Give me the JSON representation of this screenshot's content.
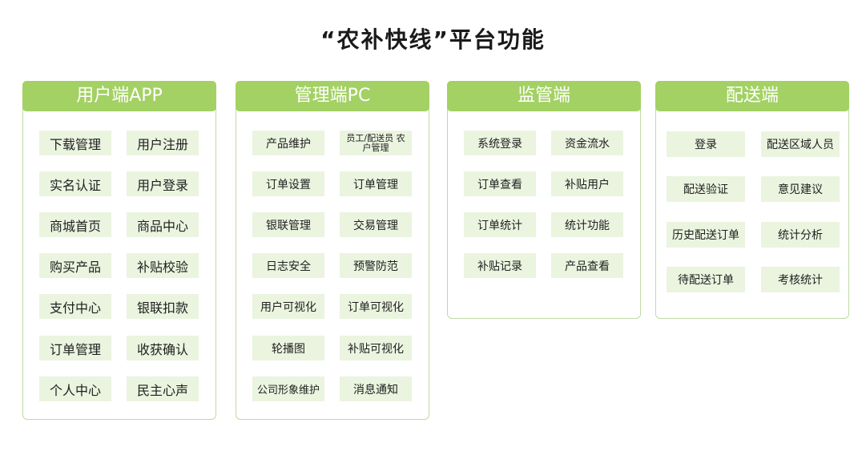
{
  "title": "“农补快线”平台功能",
  "panels": {
    "user": {
      "header": "用户端APP",
      "items": [
        "下载管理",
        "用户注册",
        "实名认证",
        "用户登录",
        "商城首页",
        "商品中心",
        "购买产品",
        "补贴校验",
        "支付中心",
        "银联扣款",
        "订单管理",
        "收获确认",
        "个人中心",
        "民主心声"
      ]
    },
    "admin": {
      "header": "管理端PC",
      "items": [
        "产品维护",
        "员工/配送员 农户管理",
        "订单设置",
        "订单管理",
        "银联管理",
        "交易管理",
        "日志安全",
        "预警防范",
        "用户可视化",
        "订单可视化",
        "轮播图",
        "补贴可视化",
        "公司形象维护",
        "消息通知"
      ]
    },
    "monitor": {
      "header": "监管端",
      "items": [
        "系统登录",
        "资金流水",
        "订单查看",
        "补贴用户",
        "订单统计",
        "统计功能",
        "补贴记录",
        "产品查看"
      ]
    },
    "delivery": {
      "header": "配送端",
      "items": [
        "登录",
        "配送区域人员",
        "配送验证",
        "意见建议",
        "历史配送订单",
        "统计分析",
        "待配送订单",
        "考核统计"
      ]
    }
  }
}
